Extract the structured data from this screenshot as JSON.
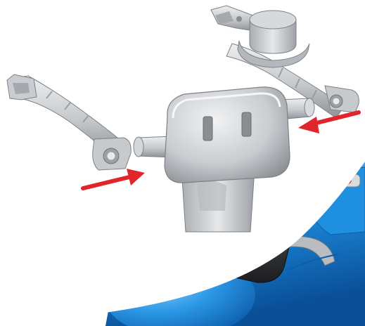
{
  "figure": {
    "type": "assembly-instruction-illustration",
    "description_visible_text": []
  },
  "parts": [
    {
      "name": "left-handle-bar",
      "icon": "curved-bar-with-hinge-clip"
    },
    {
      "name": "right-handle-bar",
      "icon": "curved-bar-with-round-cap"
    },
    {
      "name": "backrest-mount",
      "icon": "rounded-backrest-with-axle-pegs"
    },
    {
      "name": "ride-on-body",
      "icon": "blue-toy-vehicle-body"
    }
  ],
  "arrows": [
    {
      "name": "left-insert-arrow",
      "direction": "right",
      "color": "#e0262b"
    },
    {
      "name": "right-insert-arrow",
      "direction": "left",
      "color": "#e0262b"
    }
  ],
  "colors": {
    "plastic_grey": "#c4c7ca",
    "plastic_grey_dark": "#8e9296",
    "plastic_grey_light": "#e6e8ea",
    "body_blue": "#1e8fe0",
    "body_blue_dark": "#0b5fae",
    "body_blue_light": "#6cc0f5",
    "seat_black": "#2a2c2e",
    "arrow_red": "#e0262b"
  }
}
